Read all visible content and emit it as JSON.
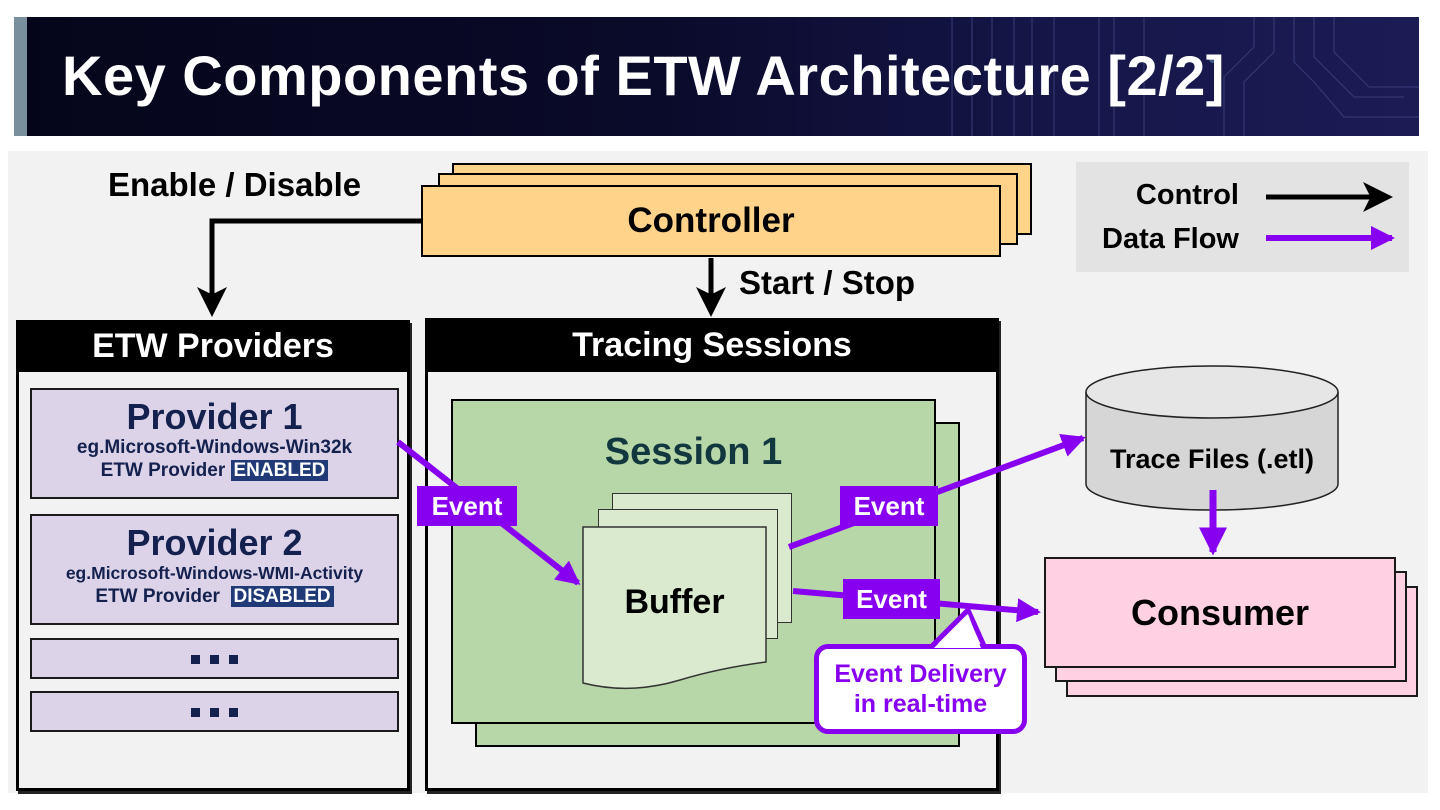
{
  "slide": {
    "title": "Key Components of ETW Architecture [2/2]"
  },
  "colors": {
    "control_arrow": "#000000",
    "data_flow_arrow": "#8800f0",
    "controller_fill": "#ffd38a",
    "provider_fill": "#dcd3e9",
    "session_fill": "#b8d7a8",
    "buffer_fill": "#d9eacf",
    "consumer_fill": "#ffd1e3",
    "trace_files_fill": "#d9d9d9",
    "badge_fill": "#1f3a77"
  },
  "legend": {
    "items": [
      {
        "label": "Control",
        "style": "control"
      },
      {
        "label": "Data Flow",
        "style": "data-flow"
      }
    ]
  },
  "controller": {
    "label": "Controller",
    "enable_disable_label": "Enable / Disable",
    "start_stop_label": "Start / Stop"
  },
  "providers": {
    "header": "ETW Providers",
    "items": [
      {
        "title": "Provider 1",
        "example": "eg.Microsoft-Windows-Win32k",
        "type_label": "ETW Provider",
        "status": "ENABLED"
      },
      {
        "title": "Provider 2",
        "example": "eg.Microsoft-Windows-WMI-Activity",
        "type_label": "ETW Provider",
        "status": "DISABLED"
      }
    ],
    "more_placeholder": "..."
  },
  "sessions": {
    "header": "Tracing Sessions",
    "session_title": "Session 1",
    "buffer_label": "Buffer"
  },
  "events": {
    "provider_to_buffer": "Event",
    "buffer_to_trace": "Event",
    "buffer_to_consumer": "Event"
  },
  "callout": {
    "line1": "Event Delivery",
    "line2": "in real-time"
  },
  "trace_files": {
    "label": "Trace Files (.etl)"
  },
  "consumer": {
    "label": "Consumer"
  }
}
